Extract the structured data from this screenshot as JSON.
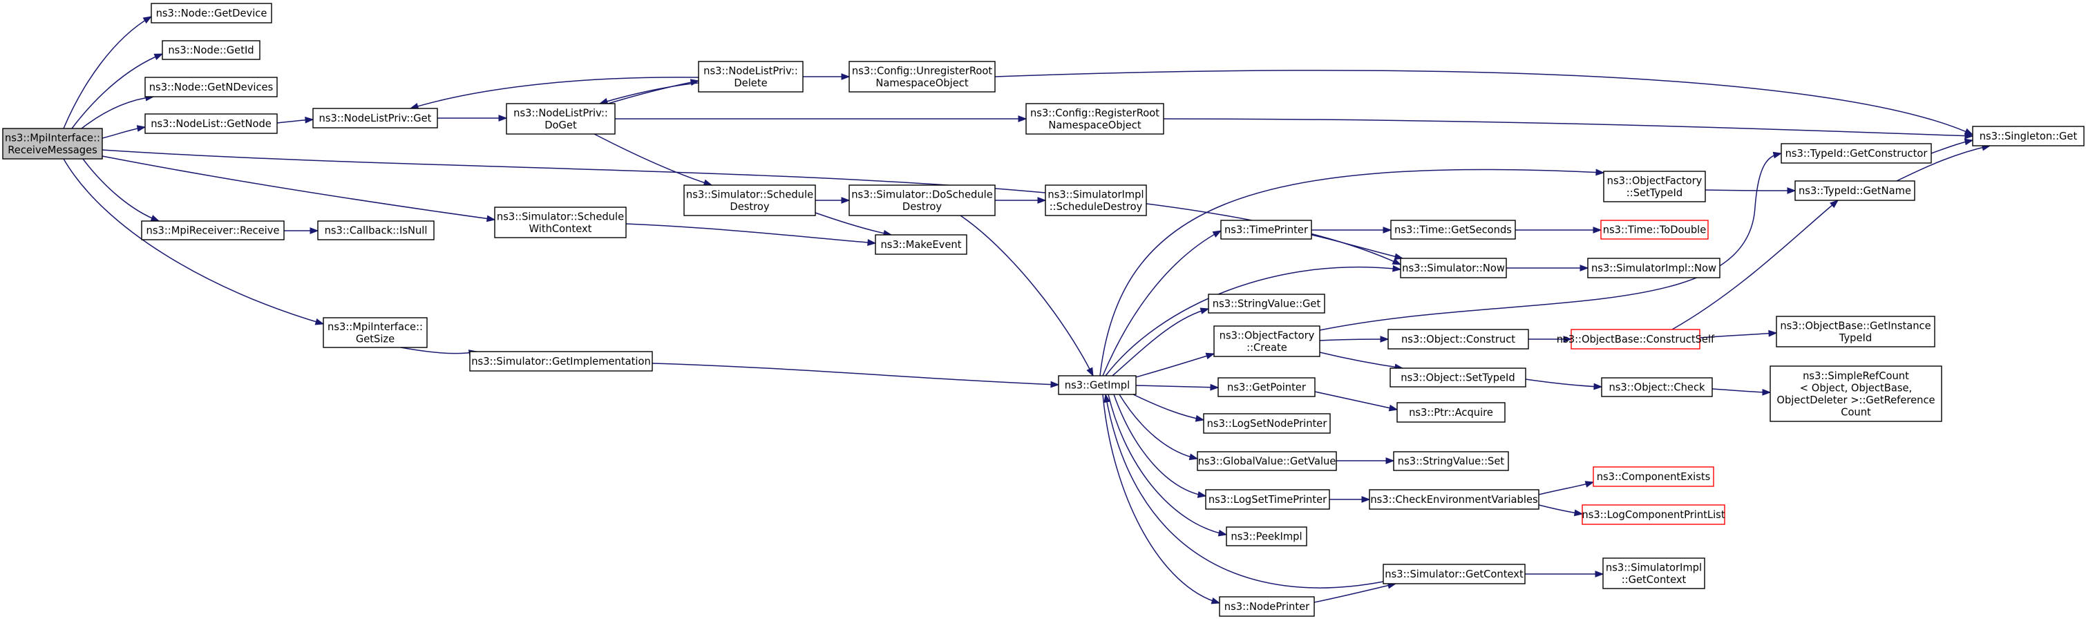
{
  "nodes": [
    {
      "id": "receive_messages",
      "lines": [
        "ns3::MpiInterface::",
        "ReceiveMessages"
      ],
      "style": "root"
    },
    {
      "id": "get_device",
      "lines": [
        "ns3::Node::GetDevice"
      ],
      "style": "normal"
    },
    {
      "id": "get_id",
      "lines": [
        "ns3::Node::GetId"
      ],
      "style": "normal"
    },
    {
      "id": "get_n_devices",
      "lines": [
        "ns3::Node::GetNDevices"
      ],
      "style": "normal"
    },
    {
      "id": "nodelist_get_node",
      "lines": [
        "ns3::NodeList::GetNode"
      ],
      "style": "normal"
    },
    {
      "id": "nodelistpriv_get",
      "lines": [
        "ns3::NodeListPriv::Get"
      ],
      "style": "normal"
    },
    {
      "id": "nodelistpriv_doget",
      "lines": [
        "ns3::NodeListPriv::",
        "DoGet"
      ],
      "style": "normal"
    },
    {
      "id": "nodelistpriv_delete",
      "lines": [
        "ns3::NodeListPriv::",
        "Delete"
      ],
      "style": "normal"
    },
    {
      "id": "config_unregister",
      "lines": [
        "ns3::Config::UnregisterRoot",
        "NamespaceObject"
      ],
      "style": "normal"
    },
    {
      "id": "config_register",
      "lines": [
        "ns3::Config::RegisterRoot",
        "NamespaceObject"
      ],
      "style": "normal"
    },
    {
      "id": "singleton_get",
      "lines": [
        "ns3::Singleton::Get"
      ],
      "style": "normal"
    },
    {
      "id": "mpireceiver_receive",
      "lines": [
        "ns3::MpiReceiver::Receive"
      ],
      "style": "normal"
    },
    {
      "id": "callback_isnull",
      "lines": [
        "ns3::Callback::IsNull"
      ],
      "style": "normal"
    },
    {
      "id": "sim_schedule_ctx",
      "lines": [
        "ns3::Simulator::Schedule",
        "WithContext"
      ],
      "style": "normal"
    },
    {
      "id": "sim_schedule_destroy",
      "lines": [
        "ns3::Simulator::Schedule",
        "Destroy"
      ],
      "style": "normal"
    },
    {
      "id": "sim_doschedule_destroy",
      "lines": [
        "ns3::Simulator::DoSchedule",
        "Destroy"
      ],
      "style": "normal"
    },
    {
      "id": "simimpl_schedule_destroy",
      "lines": [
        "ns3::SimulatorImpl",
        "::ScheduleDestroy"
      ],
      "style": "normal"
    },
    {
      "id": "make_event",
      "lines": [
        "ns3::MakeEvent"
      ],
      "style": "normal"
    },
    {
      "id": "mpi_getsize",
      "lines": [
        "ns3::MpiInterface::",
        "GetSize"
      ],
      "style": "normal"
    },
    {
      "id": "sim_getimpl_long",
      "lines": [
        "ns3::Simulator::GetImplementation"
      ],
      "style": "normal"
    },
    {
      "id": "getimpl",
      "lines": [
        "ns3::GetImpl"
      ],
      "style": "normal"
    },
    {
      "id": "typeid_getctor",
      "lines": [
        "ns3::TypeId::GetConstructor"
      ],
      "style": "normal"
    },
    {
      "id": "objfactory_settypeid",
      "lines": [
        "ns3::ObjectFactory",
        "::SetTypeId"
      ],
      "style": "normal"
    },
    {
      "id": "typeid_getname",
      "lines": [
        "ns3::TypeId::GetName"
      ],
      "style": "normal"
    },
    {
      "id": "timeprinter",
      "lines": [
        "ns3::TimePrinter"
      ],
      "style": "normal"
    },
    {
      "id": "time_getseconds",
      "lines": [
        "ns3::Time::GetSeconds"
      ],
      "style": "normal"
    },
    {
      "id": "time_todouble",
      "lines": [
        "ns3::Time::ToDouble"
      ],
      "style": "red"
    },
    {
      "id": "sim_now",
      "lines": [
        "ns3::Simulator::Now"
      ],
      "style": "normal"
    },
    {
      "id": "simimpl_now",
      "lines": [
        "ns3::SimulatorImpl::Now"
      ],
      "style": "normal"
    },
    {
      "id": "stringvalue_get",
      "lines": [
        "ns3::StringValue::Get"
      ],
      "style": "normal"
    },
    {
      "id": "objfactory_create",
      "lines": [
        "ns3::ObjectFactory",
        "::Create"
      ],
      "style": "normal"
    },
    {
      "id": "object_construct",
      "lines": [
        "ns3::Object::Construct"
      ],
      "style": "normal"
    },
    {
      "id": "objbase_constructself",
      "lines": [
        "ns3::ObjectBase::ConstructSelf"
      ],
      "style": "red"
    },
    {
      "id": "objbase_getinstance",
      "lines": [
        "ns3::ObjectBase::GetInstance",
        "TypeId"
      ],
      "style": "normal"
    },
    {
      "id": "object_settypeid",
      "lines": [
        "ns3::Object::SetTypeId"
      ],
      "style": "normal"
    },
    {
      "id": "object_check",
      "lines": [
        "ns3::Object::Check"
      ],
      "style": "normal"
    },
    {
      "id": "simplerefcount",
      "lines": [
        "ns3::SimpleRefCount",
        "< Object, ObjectBase,",
        " ObjectDeleter >::GetReference",
        "Count"
      ],
      "style": "normal"
    },
    {
      "id": "getpointer",
      "lines": [
        "ns3::GetPointer"
      ],
      "style": "normal"
    },
    {
      "id": "ptr_acquire",
      "lines": [
        "ns3::Ptr::Acquire"
      ],
      "style": "normal"
    },
    {
      "id": "logsetnodeprinter",
      "lines": [
        "ns3::LogSetNodePrinter"
      ],
      "style": "normal"
    },
    {
      "id": "globalvalue_getvalue",
      "lines": [
        "ns3::GlobalValue::GetValue"
      ],
      "style": "normal"
    },
    {
      "id": "stringvalue_set",
      "lines": [
        "ns3::StringValue::Set"
      ],
      "style": "normal"
    },
    {
      "id": "logsettimeprinter",
      "lines": [
        "ns3::LogSetTimePrinter"
      ],
      "style": "normal"
    },
    {
      "id": "checkenv",
      "lines": [
        "ns3::CheckEnvironmentVariables"
      ],
      "style": "normal"
    },
    {
      "id": "componentexists",
      "lines": [
        "ns3::ComponentExists"
      ],
      "style": "red"
    },
    {
      "id": "logcomponentprintlist",
      "lines": [
        "ns3::LogComponentPrintList"
      ],
      "style": "red"
    },
    {
      "id": "peekimpl",
      "lines": [
        "ns3::PeekImpl"
      ],
      "style": "normal"
    },
    {
      "id": "sim_getcontext",
      "lines": [
        "ns3::Simulator::GetContext"
      ],
      "style": "normal"
    },
    {
      "id": "simimpl_getcontext",
      "lines": [
        "ns3::SimulatorImpl",
        "::GetContext"
      ],
      "style": "normal"
    },
    {
      "id": "nodeprinter",
      "lines": [
        "ns3::NodePrinter"
      ],
      "style": "normal"
    }
  ],
  "edges": [
    [
      "receive_messages",
      "get_device"
    ],
    [
      "receive_messages",
      "get_id"
    ],
    [
      "receive_messages",
      "get_n_devices"
    ],
    [
      "receive_messages",
      "nodelist_get_node"
    ],
    [
      "receive_messages",
      "sim_now"
    ],
    [
      "receive_messages",
      "mpireceiver_receive"
    ],
    [
      "receive_messages",
      "sim_schedule_ctx"
    ],
    [
      "receive_messages",
      "mpi_getsize"
    ],
    [
      "nodelist_get_node",
      "nodelistpriv_get"
    ],
    [
      "nodelistpriv_get",
      "nodelistpriv_doget"
    ],
    [
      "nodelistpriv_doget",
      "nodelistpriv_delete"
    ],
    [
      "nodelistpriv_doget",
      "config_register"
    ],
    [
      "nodelistpriv_doget",
      "sim_schedule_destroy"
    ],
    [
      "nodelistpriv_delete",
      "nodelistpriv_get"
    ],
    [
      "nodelistpriv_delete",
      "nodelistpriv_doget"
    ],
    [
      "nodelistpriv_delete",
      "config_unregister"
    ],
    [
      "config_unregister",
      "singleton_get"
    ],
    [
      "config_register",
      "singleton_get"
    ],
    [
      "mpireceiver_receive",
      "callback_isnull"
    ],
    [
      "sim_schedule_ctx",
      "make_event"
    ],
    [
      "sim_schedule_destroy",
      "sim_doschedule_destroy"
    ],
    [
      "sim_schedule_destroy",
      "make_event"
    ],
    [
      "sim_doschedule_destroy",
      "simimpl_schedule_destroy"
    ],
    [
      "sim_doschedule_destroy",
      "getimpl"
    ],
    [
      "mpi_getsize",
      "sim_getimpl_long"
    ],
    [
      "sim_getimpl_long",
      "getimpl"
    ],
    [
      "getimpl",
      "objfactory_settypeid"
    ],
    [
      "getimpl",
      "timeprinter"
    ],
    [
      "getimpl",
      "sim_now"
    ],
    [
      "getimpl",
      "stringvalue_get"
    ],
    [
      "getimpl",
      "objfactory_create"
    ],
    [
      "getimpl",
      "getpointer"
    ],
    [
      "getimpl",
      "logsetnodeprinter"
    ],
    [
      "getimpl",
      "globalvalue_getvalue"
    ],
    [
      "getimpl",
      "logsettimeprinter"
    ],
    [
      "getimpl",
      "peekimpl"
    ],
    [
      "getimpl",
      "nodeprinter"
    ],
    [
      "objfactory_settypeid",
      "typeid_getname"
    ],
    [
      "typeid_getctor",
      "singleton_get"
    ],
    [
      "typeid_getname",
      "singleton_get"
    ],
    [
      "timeprinter",
      "time_getseconds"
    ],
    [
      "timeprinter",
      "sim_now"
    ],
    [
      "time_getseconds",
      "time_todouble"
    ],
    [
      "sim_now",
      "simimpl_now"
    ],
    [
      "objfactory_create",
      "typeid_getctor"
    ],
    [
      "objfactory_create",
      "object_construct"
    ],
    [
      "objfactory_create",
      "object_settypeid"
    ],
    [
      "object_construct",
      "objbase_constructself"
    ],
    [
      "objbase_constructself",
      "typeid_getname"
    ],
    [
      "objbase_constructself",
      "objbase_getinstance"
    ],
    [
      "object_settypeid",
      "object_check"
    ],
    [
      "object_check",
      "simplerefcount"
    ],
    [
      "getpointer",
      "ptr_acquire"
    ],
    [
      "globalvalue_getvalue",
      "stringvalue_set"
    ],
    [
      "logsettimeprinter",
      "checkenv"
    ],
    [
      "checkenv",
      "componentexists"
    ],
    [
      "checkenv",
      "logcomponentprintlist"
    ],
    [
      "sim_getcontext",
      "getimpl"
    ],
    [
      "sim_getcontext",
      "simimpl_getcontext"
    ],
    [
      "nodeprinter",
      "sim_getcontext"
    ]
  ],
  "colors": {
    "edge": "#191970",
    "node_border": "#000000",
    "node_border_incomplete": "#ff0000",
    "root_fill": "#c0c0c0"
  }
}
